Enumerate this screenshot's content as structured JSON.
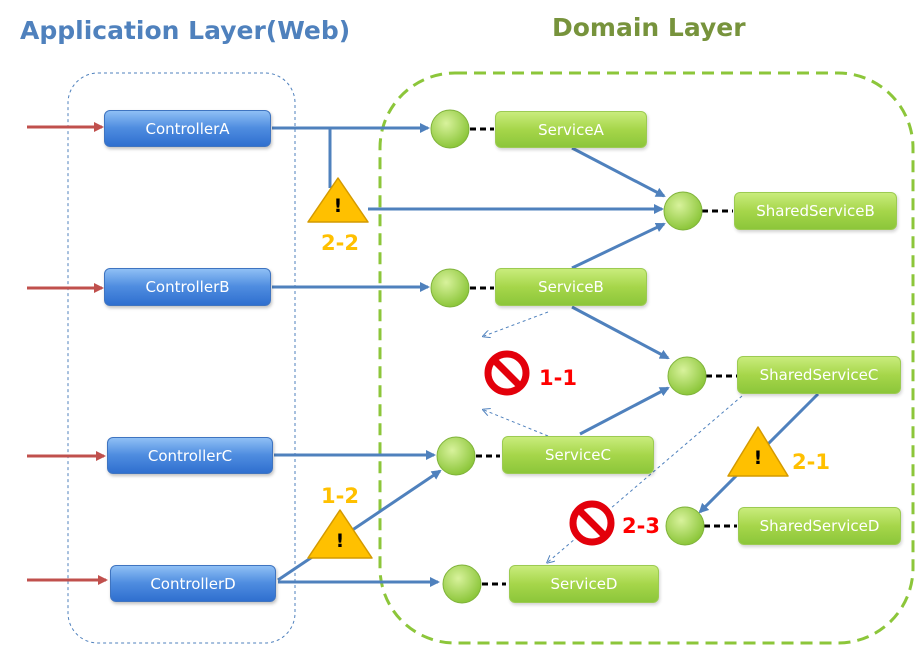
{
  "titles": {
    "application_layer": "Application Layer(Web)",
    "domain_layer": "Domain Layer"
  },
  "controllers": [
    "ControllerA",
    "ControllerB",
    "ControllerC",
    "ControllerD"
  ],
  "services": [
    "ServiceA",
    "ServiceB",
    "ServiceC",
    "ServiceD"
  ],
  "shared_services": [
    "SharedServiceB",
    "SharedServiceC",
    "SharedServiceD"
  ],
  "warnings": {
    "symbol": "!",
    "w_2_2": "2-2",
    "w_1_2": "1-2",
    "w_2_1": "2-1"
  },
  "prohibitions": {
    "p_1_1": "1-1",
    "p_2_3": "2-3"
  },
  "colors": {
    "app_title": "#4f81bd",
    "domain_title": "#77933c",
    "arrow_blue": "#4f81bd",
    "arrow_red": "#c0504d",
    "domain_border": "#8cc63a",
    "app_border": "#4f81bd",
    "warning_fill": "#ffc000",
    "prohibit_red": "#e3000b",
    "label_red": "#ff0000",
    "label_orange": "#ffc000",
    "node_circle": "#a6d64a"
  }
}
